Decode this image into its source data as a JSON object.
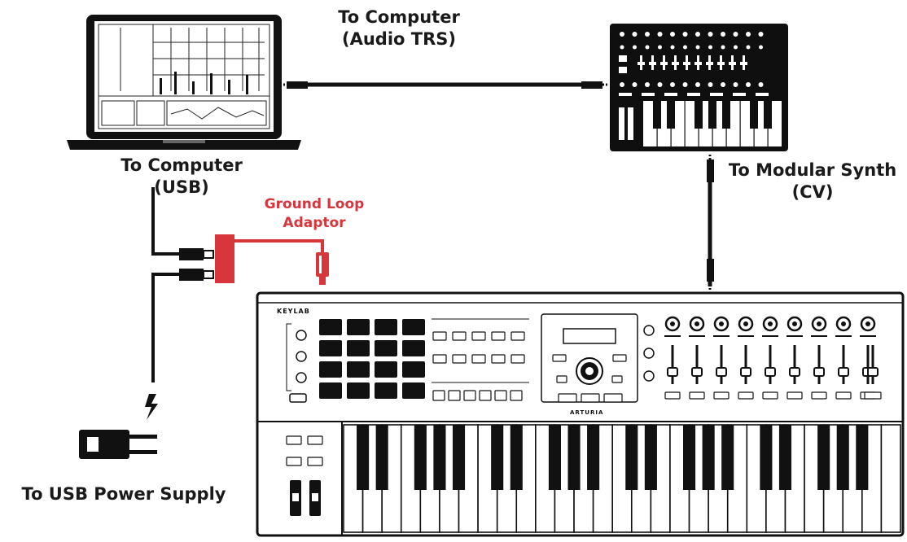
{
  "labels": {
    "computer_audio_line1": "To Computer",
    "computer_audio_line2": "(Audio TRS)",
    "computer_usb_line1": "To Computer",
    "computer_usb_line2": "(USB)",
    "modular_line1": "To Modular Synth",
    "modular_line2": "(CV)",
    "ground_loop_line1": "Ground Loop",
    "ground_loop_line2": "Adaptor",
    "usb_power": "To USB Power Supply"
  },
  "devices": {
    "controller_logo": "KEYLAB",
    "controller_brand": "ARTURIA"
  },
  "colors": {
    "ink": "#111111",
    "adaptor": "#d6363c",
    "screen_bg": "#ffffff"
  }
}
